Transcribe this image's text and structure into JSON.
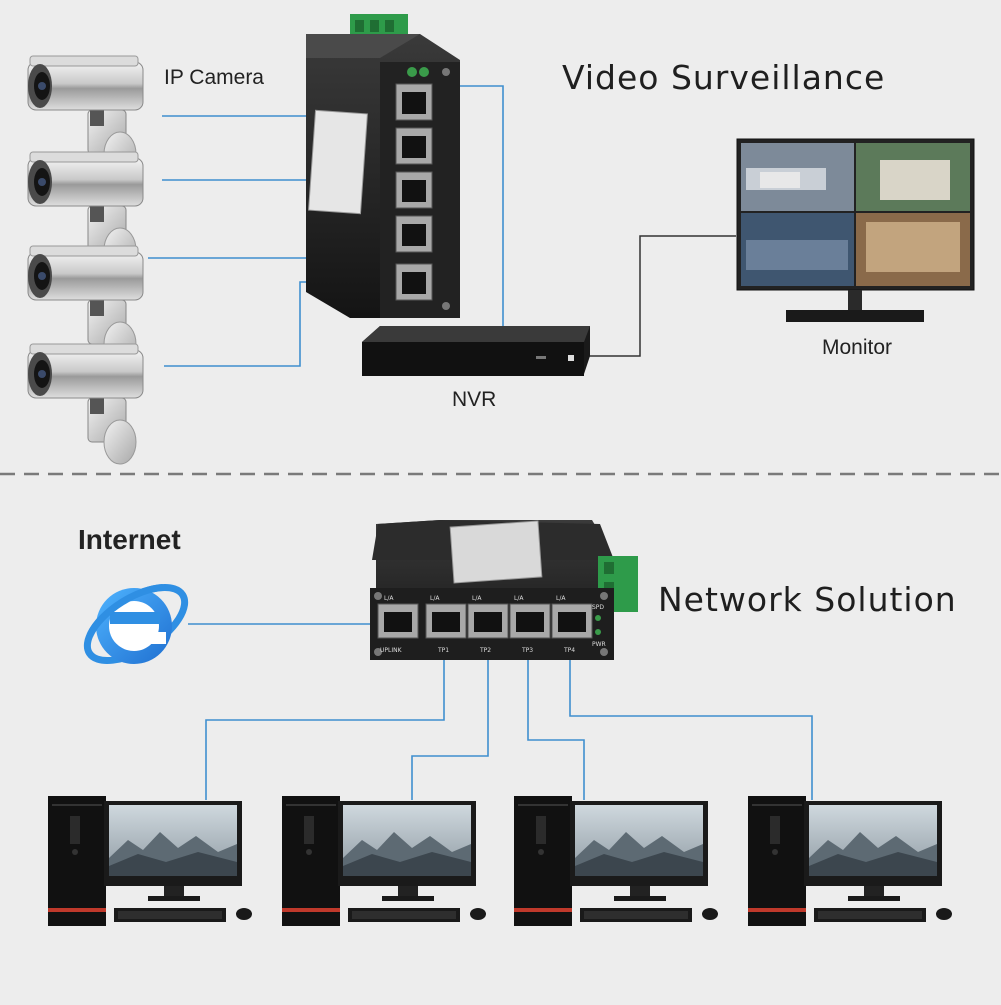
{
  "top_section": {
    "title": "Video Surveillance",
    "camera_label": "IP Camera",
    "nvr_label": "NVR",
    "monitor_label": "Monitor"
  },
  "bottom_section": {
    "title": "Network Solution",
    "internet_label": "Internet",
    "switch_port_labels": [
      "UPLINK",
      "TP1",
      "TP2",
      "TP3",
      "TP4"
    ],
    "switch_led_label": "L/A",
    "switch_spd_label": "SPD",
    "switch_pwr_label": "PWR"
  },
  "colors": {
    "cable": "#3f8fcf",
    "device_body": "#1c1c1c",
    "divider": "#7a7a7a",
    "ie_icon": "#2f8fe3",
    "terminal_green": "#2e9b4a"
  }
}
